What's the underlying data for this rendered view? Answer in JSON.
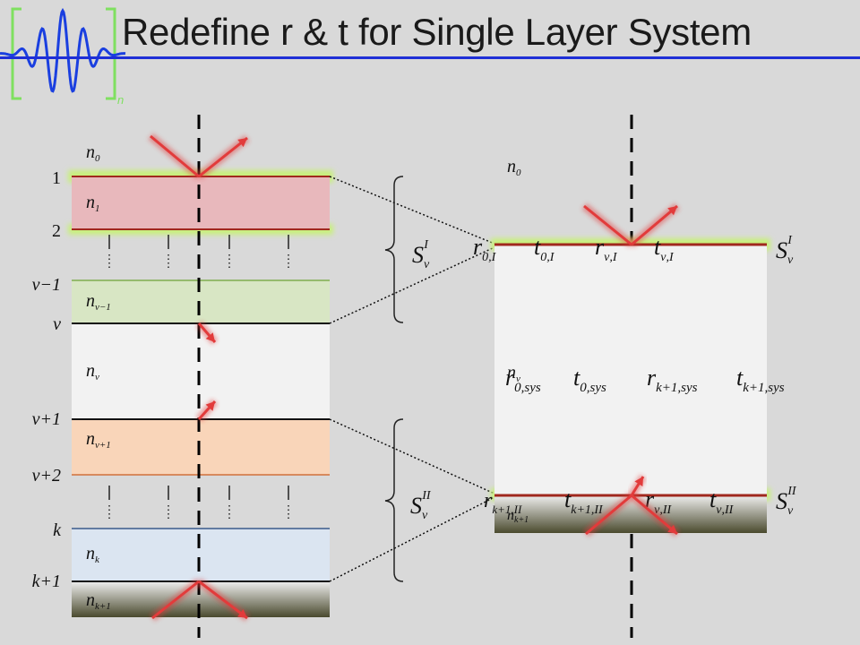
{
  "title": "Redefine r & t for Single Layer System",
  "logo": {
    "subscript": "n"
  },
  "left_stack": {
    "medium_labels": {
      "n0": {
        "base": "n",
        "sub": "0"
      },
      "n1": {
        "base": "n",
        "sub": "1"
      },
      "nv_minus1": {
        "base": "n",
        "sub": "ν−1"
      },
      "nv": {
        "base": "n",
        "sub": "ν"
      },
      "nv_plus1": {
        "base": "n",
        "sub": "ν+1"
      },
      "nk": {
        "base": "n",
        "sub": "k"
      },
      "nk_plus1": {
        "base": "n",
        "sub": "k+1"
      }
    },
    "interface_labels": {
      "i1": "1",
      "i2": "2",
      "iv_minus1": "ν−1",
      "iv": "ν",
      "iv_plus1": "ν+1",
      "iv_plus2": "ν+2",
      "ik": "k",
      "ik_plus1": "k+1"
    }
  },
  "braces": {
    "upper": {
      "base": "S",
      "sub": "ν",
      "sup": "I"
    },
    "lower": {
      "base": "S",
      "sub": "ν",
      "sup": "II"
    }
  },
  "right_system": {
    "top_medium": {
      "base": "n",
      "sub": "0"
    },
    "top_interface": {
      "r0": {
        "base": "r",
        "sub": "0,I"
      },
      "t0": {
        "base": "t",
        "sub": "0,I"
      },
      "rv": {
        "base": "r",
        "sub": "ν,I"
      },
      "tv": {
        "base": "t",
        "sub": "ν,I"
      },
      "s": {
        "base": "S",
        "sub": "ν",
        "sup": "I"
      }
    },
    "middle": {
      "nv": {
        "base": "n",
        "sub": "ν"
      },
      "r0sys": {
        "base": "r",
        "sub": "0,sys"
      },
      "t0sys": {
        "base": "t",
        "sub": "0,sys"
      },
      "rk1sys": {
        "base": "r",
        "sub": "k+1,sys"
      },
      "tk1sys": {
        "base": "t",
        "sub": "k+1,sys"
      }
    },
    "bottom_interface": {
      "rk1": {
        "base": "r",
        "sub": "k+1,II"
      },
      "nk1": {
        "base": "n",
        "sub": "k+1"
      },
      "tk1": {
        "base": "t",
        "sub": "k+1,II"
      },
      "rv": {
        "base": "r",
        "sub": "ν,II"
      },
      "tv": {
        "base": "t",
        "sub": "ν,II"
      },
      "s": {
        "base": "S",
        "sub": "ν",
        "sup": "II"
      }
    }
  },
  "colors": {
    "background": "#d9d9d9",
    "title_rule": "#1e2fd6",
    "layer_n1": "#e8b8bc",
    "layer_nv_minus1": "#d8e6c4",
    "layer_nv": "#f2f2f2",
    "layer_nv_plus1": "#f9d5b9",
    "layer_nk": "#dbe5f1",
    "interface_red": "#a0281e",
    "glow": "#c8f07a",
    "arrow": "#e23b3b",
    "logo_wave": "#1a3fe0",
    "logo_bracket": "#7fe060"
  }
}
